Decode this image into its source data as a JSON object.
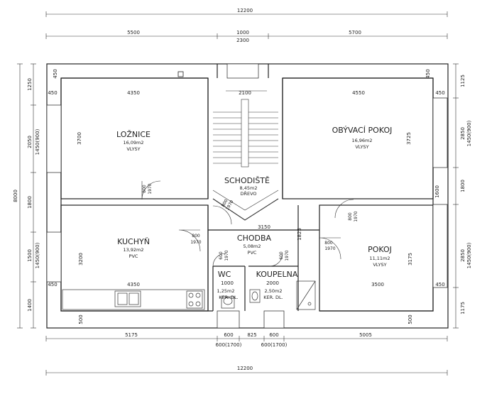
{
  "dimensions": {
    "top_overall": "12200",
    "top_left": "5500",
    "top_mid_a": "1000",
    "top_mid_b": "2300",
    "top_right": "5700",
    "bottom_overall": "12200",
    "bottom_left": "5175",
    "bottom_w1": "600",
    "bottom_w2": "825",
    "bottom_w3": "600",
    "bottom_right": "5005",
    "bottom_sub1": "600(1700)",
    "bottom_sub2": "600(1700)",
    "left_overall": "8000",
    "left_1": "1250",
    "left_2": "2050",
    "left_2b": "1450(900)",
    "left_3": "1800",
    "left_4": "1500",
    "left_4b": "1450(900)",
    "left_5": "1400",
    "right_1": "1125",
    "right_2": "2850",
    "right_2b": "1450(900)",
    "right_3": "1800",
    "right_4": "2850",
    "right_4b": "1450(900)",
    "right_5": "1175",
    "wall_450_a": "450",
    "wall_450_b": "450",
    "wall_450_c": "450",
    "wall_450_d": "450",
    "wall_450_e": "450",
    "wall_450_f": "450",
    "w_4350_top": "4350",
    "w_2100": "2100",
    "w_4550": "4550",
    "w_3150": "3150",
    "w_4350_bottom": "4350",
    "w_1000": "1000",
    "w_2000": "2000",
    "w_3500": "3500",
    "v_3700": "3700",
    "v_3725": "3725",
    "v_3200": "3200",
    "v_3175": "3175",
    "v_1825": "1825",
    "v_1600": "1600",
    "v_500_a": "500",
    "v_500_b": "500"
  },
  "rooms": {
    "loznice": {
      "name": "LOŽNICE",
      "area": "16,09m2",
      "floor": "VLYSY"
    },
    "obyvaci": {
      "name": "OBÝVACÍ POKOJ",
      "area": "16,96m2",
      "floor": "VLYSY"
    },
    "schodiste": {
      "name": "SCHODIŠTĚ",
      "area": "8,45m2",
      "floor": "DŘEVO"
    },
    "kuchyn": {
      "name": "KUCHYŇ",
      "area": "13,92m2",
      "floor": "PVC"
    },
    "chodba": {
      "name": "CHODBA",
      "area": "5,08m2",
      "floor": "PVC"
    },
    "pokoj": {
      "name": "POKOJ",
      "area": "11,11m2",
      "floor": "VLYSY"
    },
    "wc": {
      "name": "WC",
      "area": "1,25m2",
      "floor": "KER. DL."
    },
    "koupelna": {
      "name": "KOUPELNA",
      "area": "2,50m2",
      "floor": "KER. DL."
    }
  },
  "doors": {
    "d_loznice_w": "800",
    "d_loznice_h": "1970",
    "d_kuchyn_w": "800",
    "d_kuchyn_h": "1970",
    "d_schod_w": "800",
    "d_schod_h": "1970",
    "d_obyv_w": "800",
    "d_obyv_h": "1970",
    "d_pokoj_w": "800",
    "d_pokoj_h": "1970",
    "d_wc_w": "600",
    "d_wc_h": "1970",
    "d_koup_w": "600",
    "d_koup_h": "1970"
  }
}
